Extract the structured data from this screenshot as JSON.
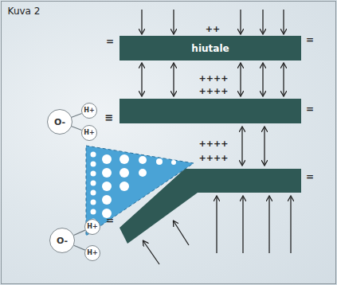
{
  "diagram": {
    "nodes": [
      {
        "text": [
          "hiutale"
        ]
      },
      {
        "text": [
          "O-"
        ]
      },
      {
        "text": [
          "H+"
        ]
      },
      {
        "text": [
          "H+"
        ]
      },
      {
        "text": [
          "O-"
        ]
      },
      {
        "text": [
          "H+"
        ]
      },
      {
        "text": [
          "H+"
        ]
      }
    ],
    "edges": [
      {
        "from": 1,
        "to": 2,
        "arrow": "none"
      },
      {
        "from": 1,
        "to": 3,
        "arrow": "none"
      },
      {
        "from": 4,
        "to": 5,
        "arrow": "none"
      },
      {
        "from": 4,
        "to": 6,
        "arrow": "none"
      }
    ],
    "labels": [
      "Kuva 2",
      "++",
      "=",
      "=",
      "++++",
      "++++",
      "≡",
      "=",
      "++++",
      "++++",
      "=",
      "="
    ]
  }
}
